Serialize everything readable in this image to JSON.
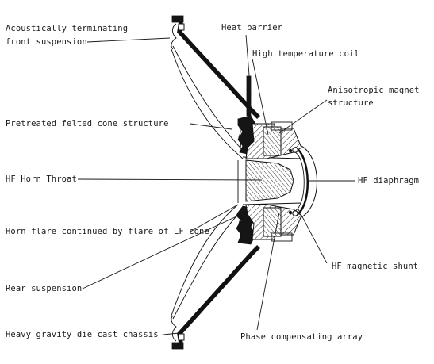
{
  "labels": {
    "front_suspension_1": "Acoustically terminating",
    "front_suspension_2": "front suspension",
    "heat_barrier": "Heat barrier",
    "high_temp_coil": "High temperature coil",
    "magnet_1": "Anisotropic magnet",
    "magnet_2": "structure",
    "cone": "Pretreated felted cone structure",
    "horn_throat": "HF Horn Throat",
    "hf_diaphragm": "HF diaphragm",
    "horn_flare": "Horn flare continued by flare of LF cone",
    "hf_shunt": "HF magnetic shunt",
    "rear_suspension": "Rear suspension",
    "chassis": "Heavy gravity die cast chassis",
    "phase_array": "Phase compensating array"
  }
}
